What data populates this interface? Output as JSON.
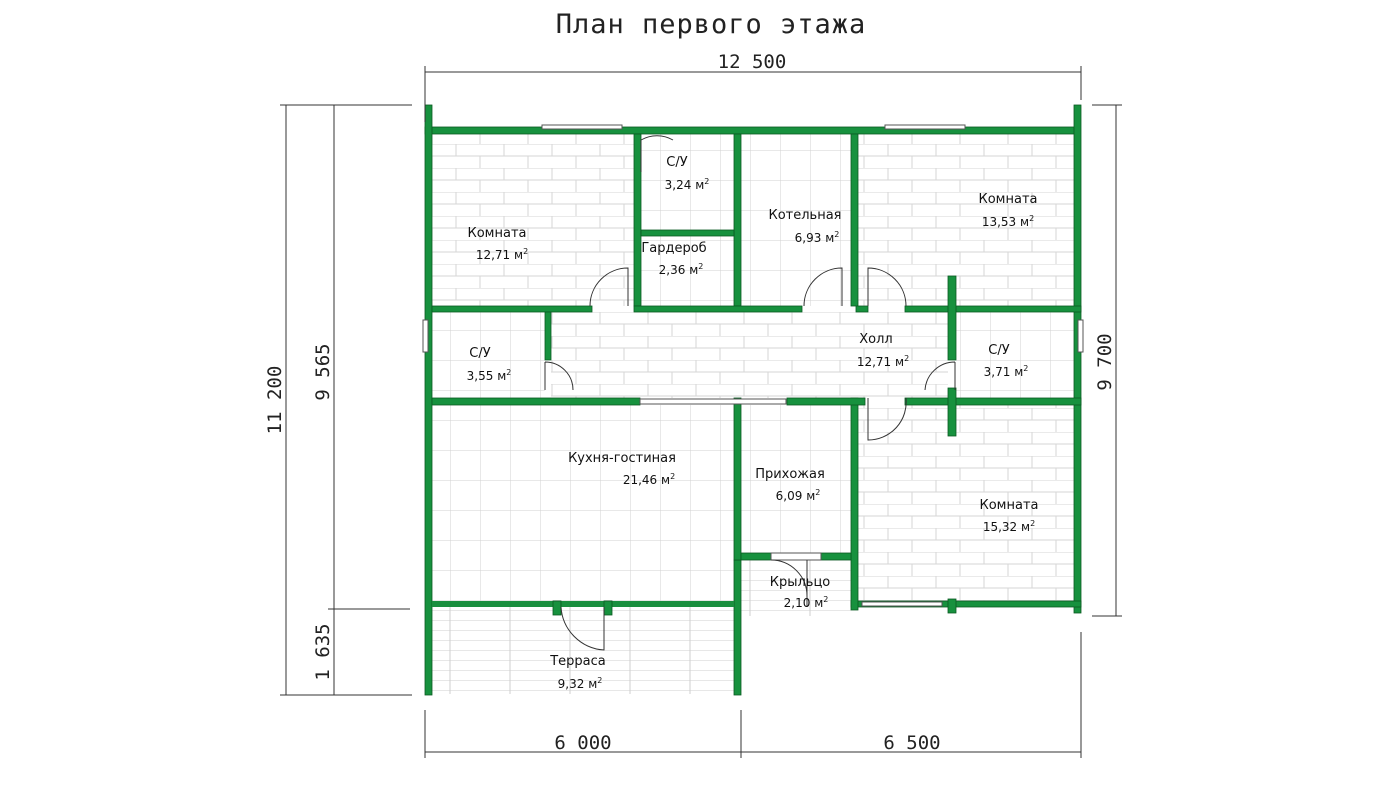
{
  "title": "План первого этажа",
  "dimensions": {
    "top_total": "12 500",
    "bottom_left": "6 000",
    "bottom_right": "6 500",
    "left_outer": "11 200",
    "left_inner": "9 565",
    "left_terrace": "1 635",
    "right": "9 700"
  },
  "rooms": [
    {
      "key": "room_tl",
      "name": "Комната",
      "area": "12,71 м",
      "floor": "brick"
    },
    {
      "key": "wc_top",
      "name": "С/У",
      "area": "3,24 м",
      "floor": "tile"
    },
    {
      "key": "wardrobe",
      "name": "Гардероб",
      "area": "2,36 м",
      "floor": "tile"
    },
    {
      "key": "boiler",
      "name": "Котельная",
      "area": "6,93 м",
      "floor": "tile"
    },
    {
      "key": "room_tr",
      "name": "Комната",
      "area": "13,53 м",
      "floor": "brick"
    },
    {
      "key": "wc_left",
      "name": "С/У",
      "area": "3,55 м",
      "floor": "tile"
    },
    {
      "key": "hall",
      "name": "Холл",
      "area": "12,71 м",
      "floor": "brick"
    },
    {
      "key": "wc_right",
      "name": "С/У",
      "area": "3,71 м",
      "floor": "tile"
    },
    {
      "key": "kitchen",
      "name": "Кухня-гостиная",
      "area": "21,46 м",
      "floor": "tile"
    },
    {
      "key": "entry",
      "name": "Прихожая",
      "area": "6,09 м",
      "floor": "tile"
    },
    {
      "key": "room_br",
      "name": "Комната",
      "area": "15,32 м",
      "floor": "brick"
    },
    {
      "key": "porch",
      "name": "Крыльцо",
      "area": "2,10 м",
      "floor": "deck"
    },
    {
      "key": "terrace",
      "name": "Терраса",
      "area": "9,32 м",
      "floor": "deck"
    }
  ],
  "area_unit_superscript": "2",
  "colors": {
    "wall": "#17913e",
    "wall_edge": "#0a5a22",
    "floor_line": "#cfcfcf",
    "background": "#ffffff"
  }
}
